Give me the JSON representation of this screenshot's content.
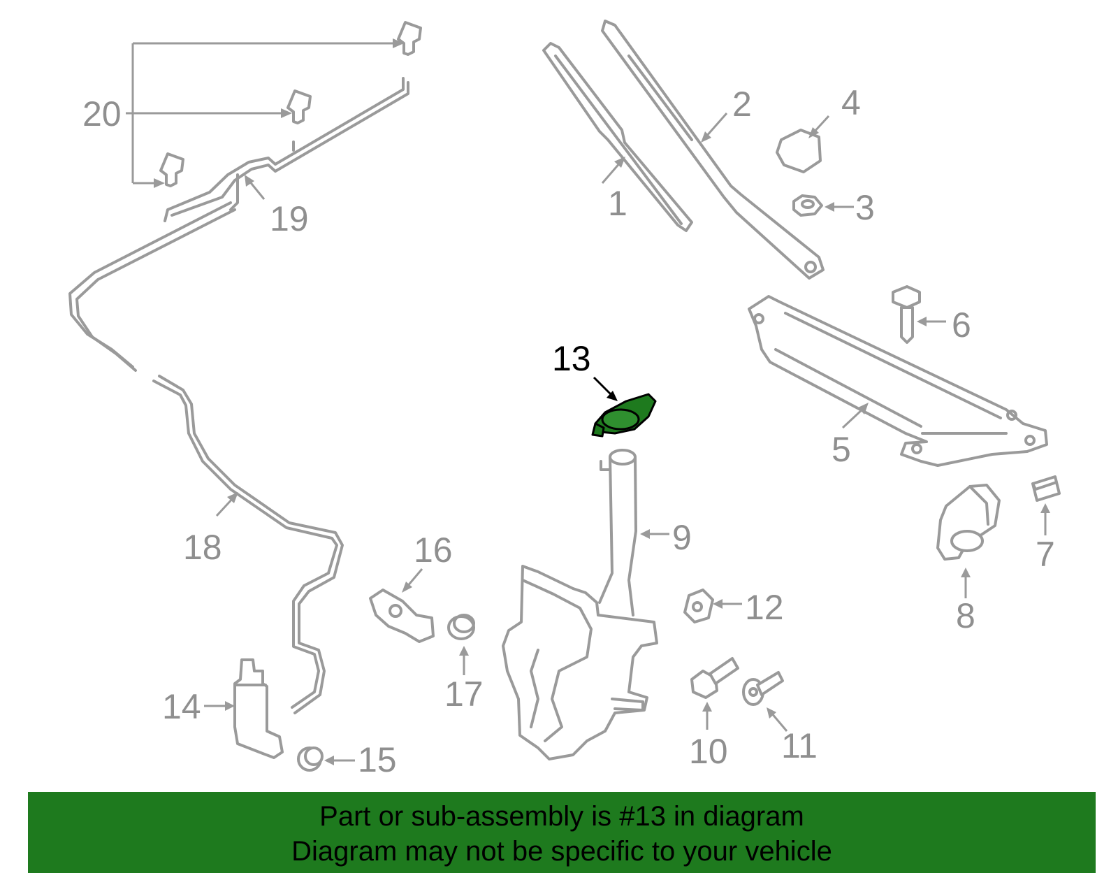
{
  "diagram": {
    "highlighted_part": "13",
    "callouts": {
      "c1": "1",
      "c2": "2",
      "c3": "3",
      "c4": "4",
      "c5": "5",
      "c6": "6",
      "c7": "7",
      "c8": "8",
      "c9": "9",
      "c10": "10",
      "c11": "11",
      "c12": "12",
      "c13": "13",
      "c14": "14",
      "c15": "15",
      "c16": "16",
      "c17": "17",
      "c18": "18",
      "c19": "19",
      "c20": "20"
    },
    "colors": {
      "part_outline": "#9a9a9a",
      "callout_text": "#8f8f8f",
      "highlight": "#1e7a1e",
      "active_text": "#000000"
    }
  },
  "banner": {
    "line1": "Part or sub-assembly is #13 in diagram",
    "line2": "Diagram may not be specific to your vehicle",
    "background": "#1e7a1e"
  }
}
